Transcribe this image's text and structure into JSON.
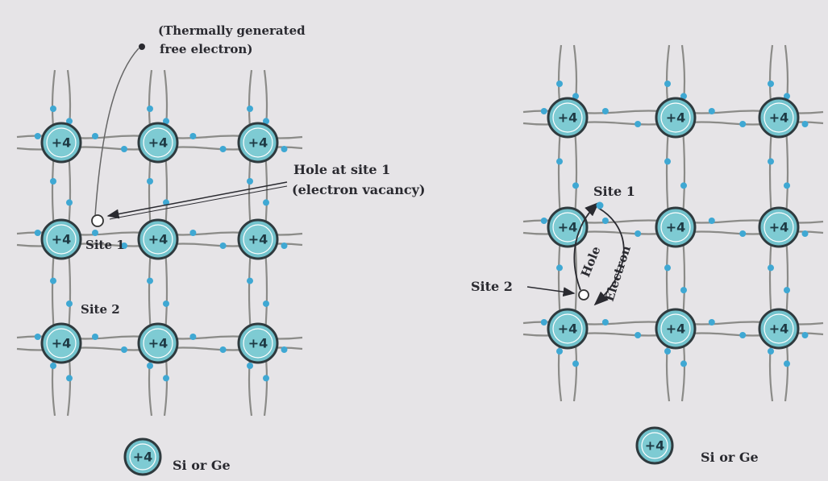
{
  "colors": {
    "background": "#e6e4e7",
    "atom": "#72c2cc",
    "atom_border": "#2f3a3e",
    "bond": "#8b8b88",
    "electron": "#3fa8d3"
  },
  "atom_label": "+4",
  "left_panel": {
    "callout_free_electron": [
      "(Thermally generated",
      "free electron)"
    ],
    "callout_hole": [
      "Hole at site 1",
      "(electron vacancy)"
    ],
    "site1_label": "Site 1",
    "site2_label": "Site 2",
    "legend": {
      "atom_label": "+4",
      "text": "Si or Ge"
    }
  },
  "right_panel": {
    "site1_label": "Site 1",
    "site2_label": "Site 2",
    "hole_label": "Hole",
    "electron_label": "Electron",
    "legend": {
      "atom_label": "+4",
      "text": "Si or Ge"
    }
  }
}
